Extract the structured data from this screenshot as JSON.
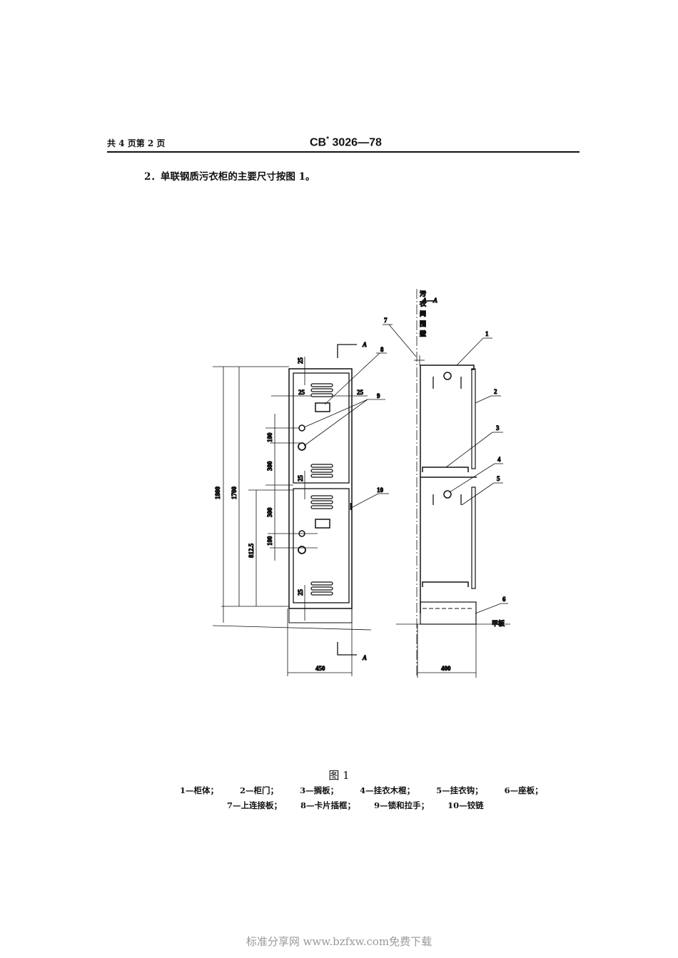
{
  "header": {
    "page_info": "共 4 页第 2 页",
    "standard_prefix": "CB",
    "standard_star": "*",
    "standard_number": "3026—78"
  },
  "body": {
    "paragraph": "2．单联钢质污衣柜的主要尺寸按图 1。"
  },
  "figure": {
    "title": "图 1",
    "section_label": "A—A",
    "cut_marker": "A",
    "wall_label": [
      "污",
      "衣",
      "间",
      "围",
      "壁"
    ],
    "floor_label": "甲板",
    "dimensions": {
      "d1800": "1800",
      "d1700": "1700",
      "d812": "812.5",
      "d300a": "300",
      "d300b": "300",
      "d100a": "100",
      "d100b": "100",
      "d25top": "25",
      "d25l": "25",
      "d25r": "25",
      "d25mid": "25",
      "d25bot": "25",
      "width450": "450",
      "depth400": "400"
    },
    "callouts": [
      "1",
      "2",
      "3",
      "4",
      "5",
      "6",
      "7",
      "8",
      "9",
      "10"
    ],
    "legend": [
      "1—柜体；",
      "2—柜门；",
      "3—搁板；",
      "4—挂衣木棍；",
      "5—挂衣钩；",
      "6—座板；",
      "7—上连接板；",
      "8—卡片插框；",
      "9—锁和拉手；",
      "10—铰链"
    ]
  },
  "footer": {
    "watermark": "标准分享网 www.bzfxw.com免费下载"
  }
}
